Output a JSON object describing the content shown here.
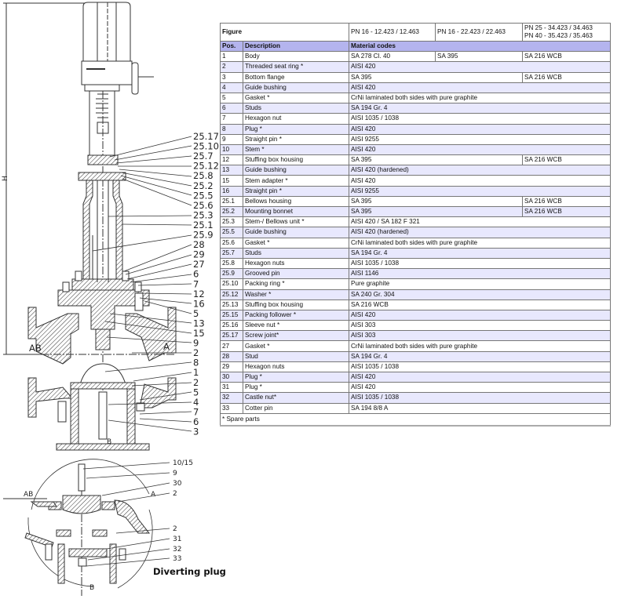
{
  "drawing": {
    "main_callouts": [
      "25.17",
      "25.10",
      "25.7",
      "25.12",
      "25.8",
      "25.2",
      "25.5",
      "25.6",
      "25.3",
      "25.1",
      "25.9",
      "28",
      "29",
      "27",
      "6",
      "7",
      "12",
      "16",
      "5",
      "13",
      "15",
      "9",
      "2",
      "8",
      "1",
      "2",
      "5",
      "4",
      "7",
      "6",
      "3"
    ],
    "port_labels": {
      "ab": "AB",
      "a": "A",
      "b": "B",
      "h": "H"
    },
    "detail_callouts": [
      "10/15",
      "9",
      "30",
      "2",
      "2",
      "31",
      "32",
      "33"
    ],
    "detail_port_labels": {
      "ab": "AB",
      "a": "A",
      "b": "B"
    },
    "detail_caption": "Diverting plug"
  },
  "table": {
    "figure_label": "Figure",
    "figure_cols": [
      "PN 16 - 12.423 / 12.463",
      "PN 16 - 22.423 / 22.463",
      "PN 25 - 34.423 / 34.463",
      "PN 40 - 35.423 / 35.463"
    ],
    "headers": {
      "pos": "Pos.",
      "description": "Description",
      "materials": "Material codes"
    },
    "rows": [
      {
        "pos": "1",
        "desc": "Body",
        "m": [
          "SA 278 Cl. 40",
          "SA 395",
          "SA 216 WCB"
        ]
      },
      {
        "pos": "2",
        "desc": "Threaded seat ring *",
        "m": [
          "AISI 420"
        ]
      },
      {
        "pos": "3",
        "desc": "Bottom flange",
        "m": [
          "SA 395",
          "SA 216 WCB"
        ]
      },
      {
        "pos": "4",
        "desc": "Guide bushing",
        "m": [
          "AISI 420"
        ]
      },
      {
        "pos": "5",
        "desc": "Gasket *",
        "m": [
          "CrNi laminated both sides with pure graphite"
        ]
      },
      {
        "pos": "6",
        "desc": "Studs",
        "m": [
          "SA 194 Gr. 4"
        ]
      },
      {
        "pos": "7",
        "desc": "Hexagon nut",
        "m": [
          "AISI 1035 / 1038"
        ]
      },
      {
        "pos": "8",
        "desc": "Plug *",
        "m": [
          "AISI 420"
        ]
      },
      {
        "pos": "9",
        "desc": "Straight pin *",
        "m": [
          "AISI 9255"
        ]
      },
      {
        "pos": "10",
        "desc": "Stem *",
        "m": [
          "AISI 420"
        ]
      },
      {
        "pos": "12",
        "desc": "Stuffing box housing",
        "m": [
          "SA 395",
          "SA 216 WCB"
        ]
      },
      {
        "pos": "13",
        "desc": "Guide bushing",
        "m": [
          "AISI 420 (hardened)"
        ]
      },
      {
        "pos": "15",
        "desc": "Stem adapter *",
        "m": [
          "AISI 420"
        ]
      },
      {
        "pos": "16",
        "desc": "Straight pin *",
        "m": [
          "AISI 9255"
        ]
      },
      {
        "pos": "25.1",
        "desc": "Bellows housing",
        "m": [
          "SA 395",
          "SA 216 WCB"
        ]
      },
      {
        "pos": "25.2",
        "desc": "Mounting bonnet",
        "m": [
          "SA 395",
          "SA 216 WCB"
        ]
      },
      {
        "pos": "25.3",
        "desc": "Stem-/ Bellows unit *",
        "m": [
          "AISI 420 / SA 182 F 321"
        ]
      },
      {
        "pos": "25.5",
        "desc": "Guide bushing",
        "m": [
          "AISI 420    (hardened)"
        ]
      },
      {
        "pos": "25.6",
        "desc": "Gasket *",
        "m": [
          "CrNi laminated both sides with pure graphite"
        ]
      },
      {
        "pos": "25.7",
        "desc": "Studs",
        "m": [
          "SA 194 Gr. 4"
        ]
      },
      {
        "pos": "25.8",
        "desc": "Hexagon nuts",
        "m": [
          "AISI 1035 / 1038"
        ]
      },
      {
        "pos": "25.9",
        "desc": "Grooved pin",
        "m": [
          "AISI 1146"
        ]
      },
      {
        "pos": "25.10",
        "desc": "Packing ring *",
        "m": [
          "Pure graphite"
        ]
      },
      {
        "pos": "25.12",
        "desc": "Washer *",
        "m": [
          "SA 240 Gr. 304"
        ]
      },
      {
        "pos": "25.13",
        "desc": "Stuffing box housing",
        "m": [
          "SA 216 WCB"
        ]
      },
      {
        "pos": "25.15",
        "desc": "Packing follower *",
        "m": [
          "AISI 420"
        ]
      },
      {
        "pos": "25.16",
        "desc": "Sleeve nut *",
        "m": [
          "AISI 303"
        ]
      },
      {
        "pos": "25.17",
        "desc": "Screw joint*",
        "m": [
          "AISI 303"
        ]
      },
      {
        "pos": "27",
        "desc": "Gasket *",
        "m": [
          "CrNi laminated both sides with pure graphite"
        ]
      },
      {
        "pos": "28",
        "desc": "Stud",
        "m": [
          "SA 194 Gr. 4"
        ]
      },
      {
        "pos": "29",
        "desc": "Hexagon nuts",
        "m": [
          "AISI 1035 / 1038"
        ]
      },
      {
        "pos": "30",
        "desc": "Plug *",
        "m": [
          "AISI 420"
        ]
      },
      {
        "pos": "31",
        "desc": "Plug *",
        "m": [
          "AISI 420"
        ]
      },
      {
        "pos": "32",
        "desc": "Castle nut*",
        "m": [
          "AISI 1035 / 1038"
        ]
      },
      {
        "pos": "33",
        "desc": "Cotter pin",
        "m": [
          "SA 194 8/8 A"
        ]
      }
    ],
    "footnote": "* Spare parts",
    "colors": {
      "header": "#b4b4ee",
      "stripe": "#e8e8fd",
      "border": "#777777"
    }
  }
}
